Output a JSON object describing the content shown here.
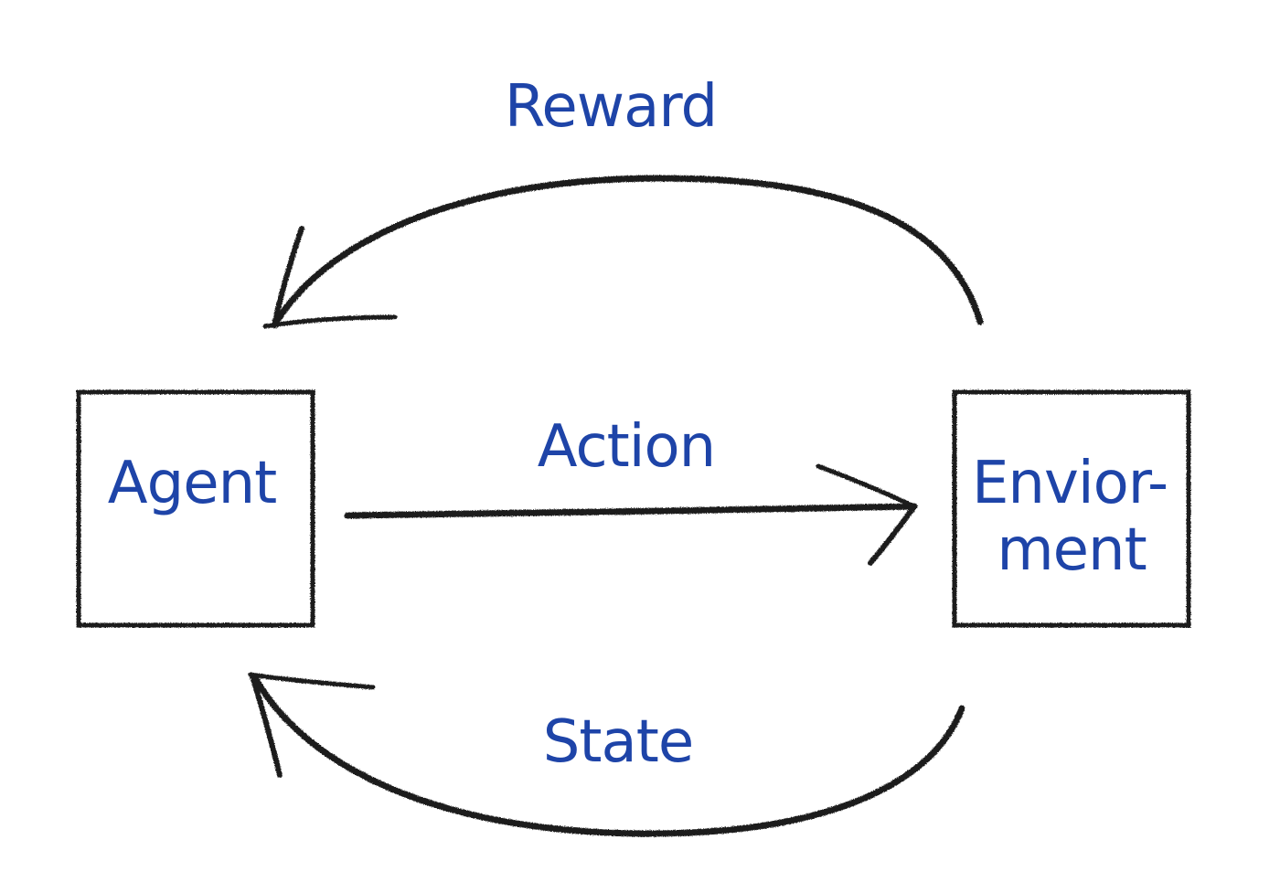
{
  "labels": {
    "reward": "Reward",
    "agent": "Agent",
    "action": "Action",
    "environment_line1": "Envior-",
    "environment_line2": "ment",
    "state": "State"
  },
  "colors": {
    "ink": "#1f1f1f",
    "text": "#1e44a8",
    "background": "#ffffff"
  },
  "icons": {
    "reward_arrow": "curved-arrow-left",
    "action_arrow": "straight-arrow-right",
    "state_arrow": "curved-arrow-left"
  }
}
